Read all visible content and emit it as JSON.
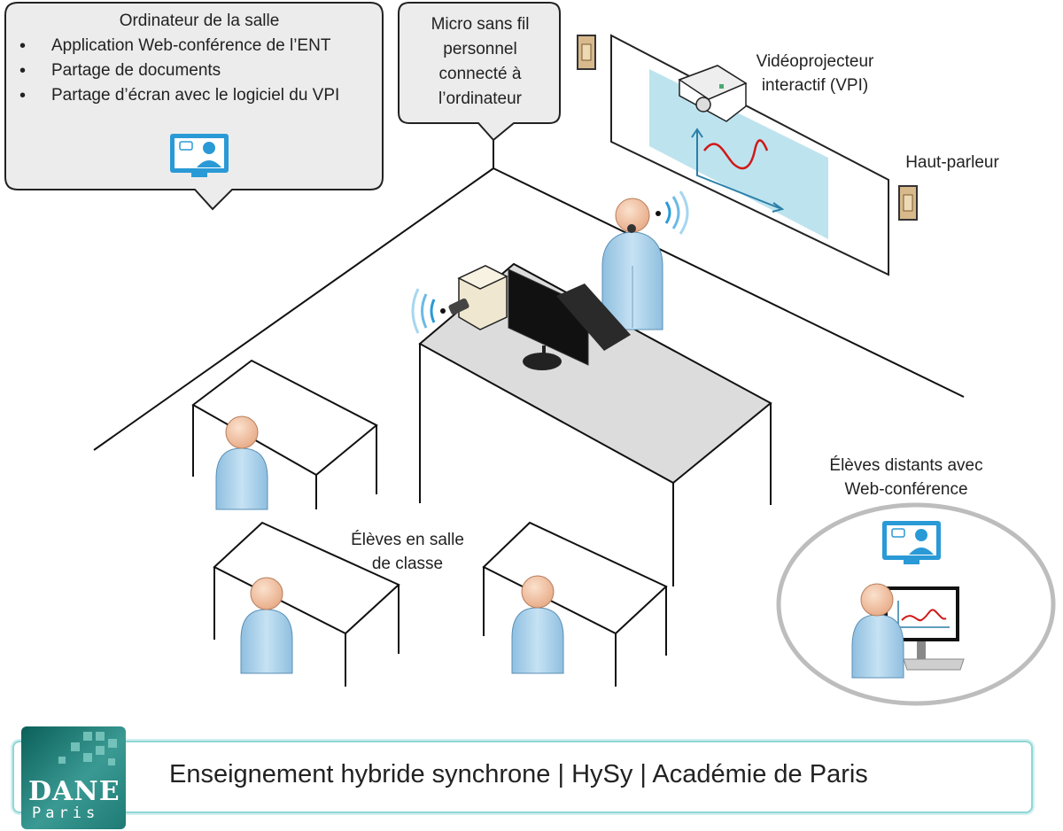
{
  "computer_bubble": {
    "title": "Ordinateur de la salle",
    "items": [
      "Application Web-conférence de l’ENT",
      "Partage de documents",
      "Partage d’écran avec le logiciel du VPI"
    ]
  },
  "micro_bubble": {
    "lines": [
      "Micro sans fil",
      "personnel",
      "connecté à",
      "l’ordinateur"
    ]
  },
  "labels": {
    "projector": [
      "Vidéoprojecteur",
      "interactif (VPI)"
    ],
    "speaker": "Haut-parleur",
    "remote_students": [
      "Élèves distants avec",
      "Web-conférence"
    ],
    "class_students": [
      "Élèves en salle",
      "de classe"
    ]
  },
  "banner": {
    "title": "Enseignement hybride synchrone | HySy | Académie de Paris",
    "logo_main": "DANE",
    "logo_sub": "Paris"
  },
  "colors": {
    "screen_blue": "#bde3ee",
    "person_blue": "#a9cfe9",
    "skin": "#f3c8a8",
    "icon_blue": "#2a9ad6",
    "curve_red": "#d01818",
    "banner_border": "#8fd6d6"
  }
}
